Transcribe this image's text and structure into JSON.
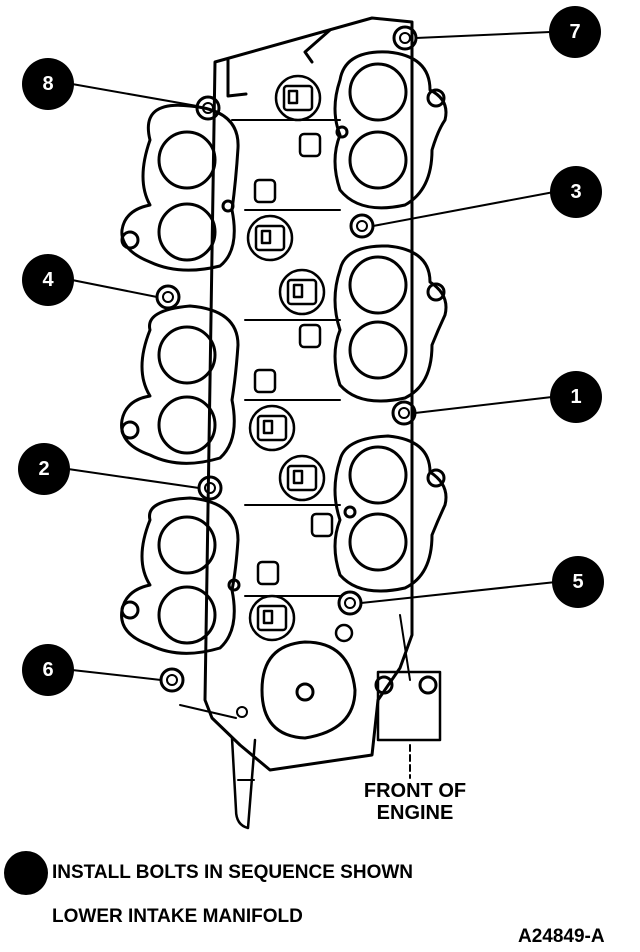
{
  "callouts": [
    {
      "id": "1",
      "label": "1"
    },
    {
      "id": "2",
      "label": "2"
    },
    {
      "id": "3",
      "label": "3"
    },
    {
      "id": "4",
      "label": "4"
    },
    {
      "id": "5",
      "label": "5"
    },
    {
      "id": "6",
      "label": "6"
    },
    {
      "id": "7",
      "label": "7"
    },
    {
      "id": "8",
      "label": "8"
    }
  ],
  "front_label": {
    "line1": "FRONT OF",
    "line2": "ENGINE"
  },
  "legend": {
    "text": "INSTALL BOLTS IN SEQUENCE SHOWN"
  },
  "title": "LOWER INTAKE MANIFOLD",
  "figure_id": "A24849-A",
  "colors": {
    "ink": "#000000",
    "paper": "#ffffff"
  }
}
